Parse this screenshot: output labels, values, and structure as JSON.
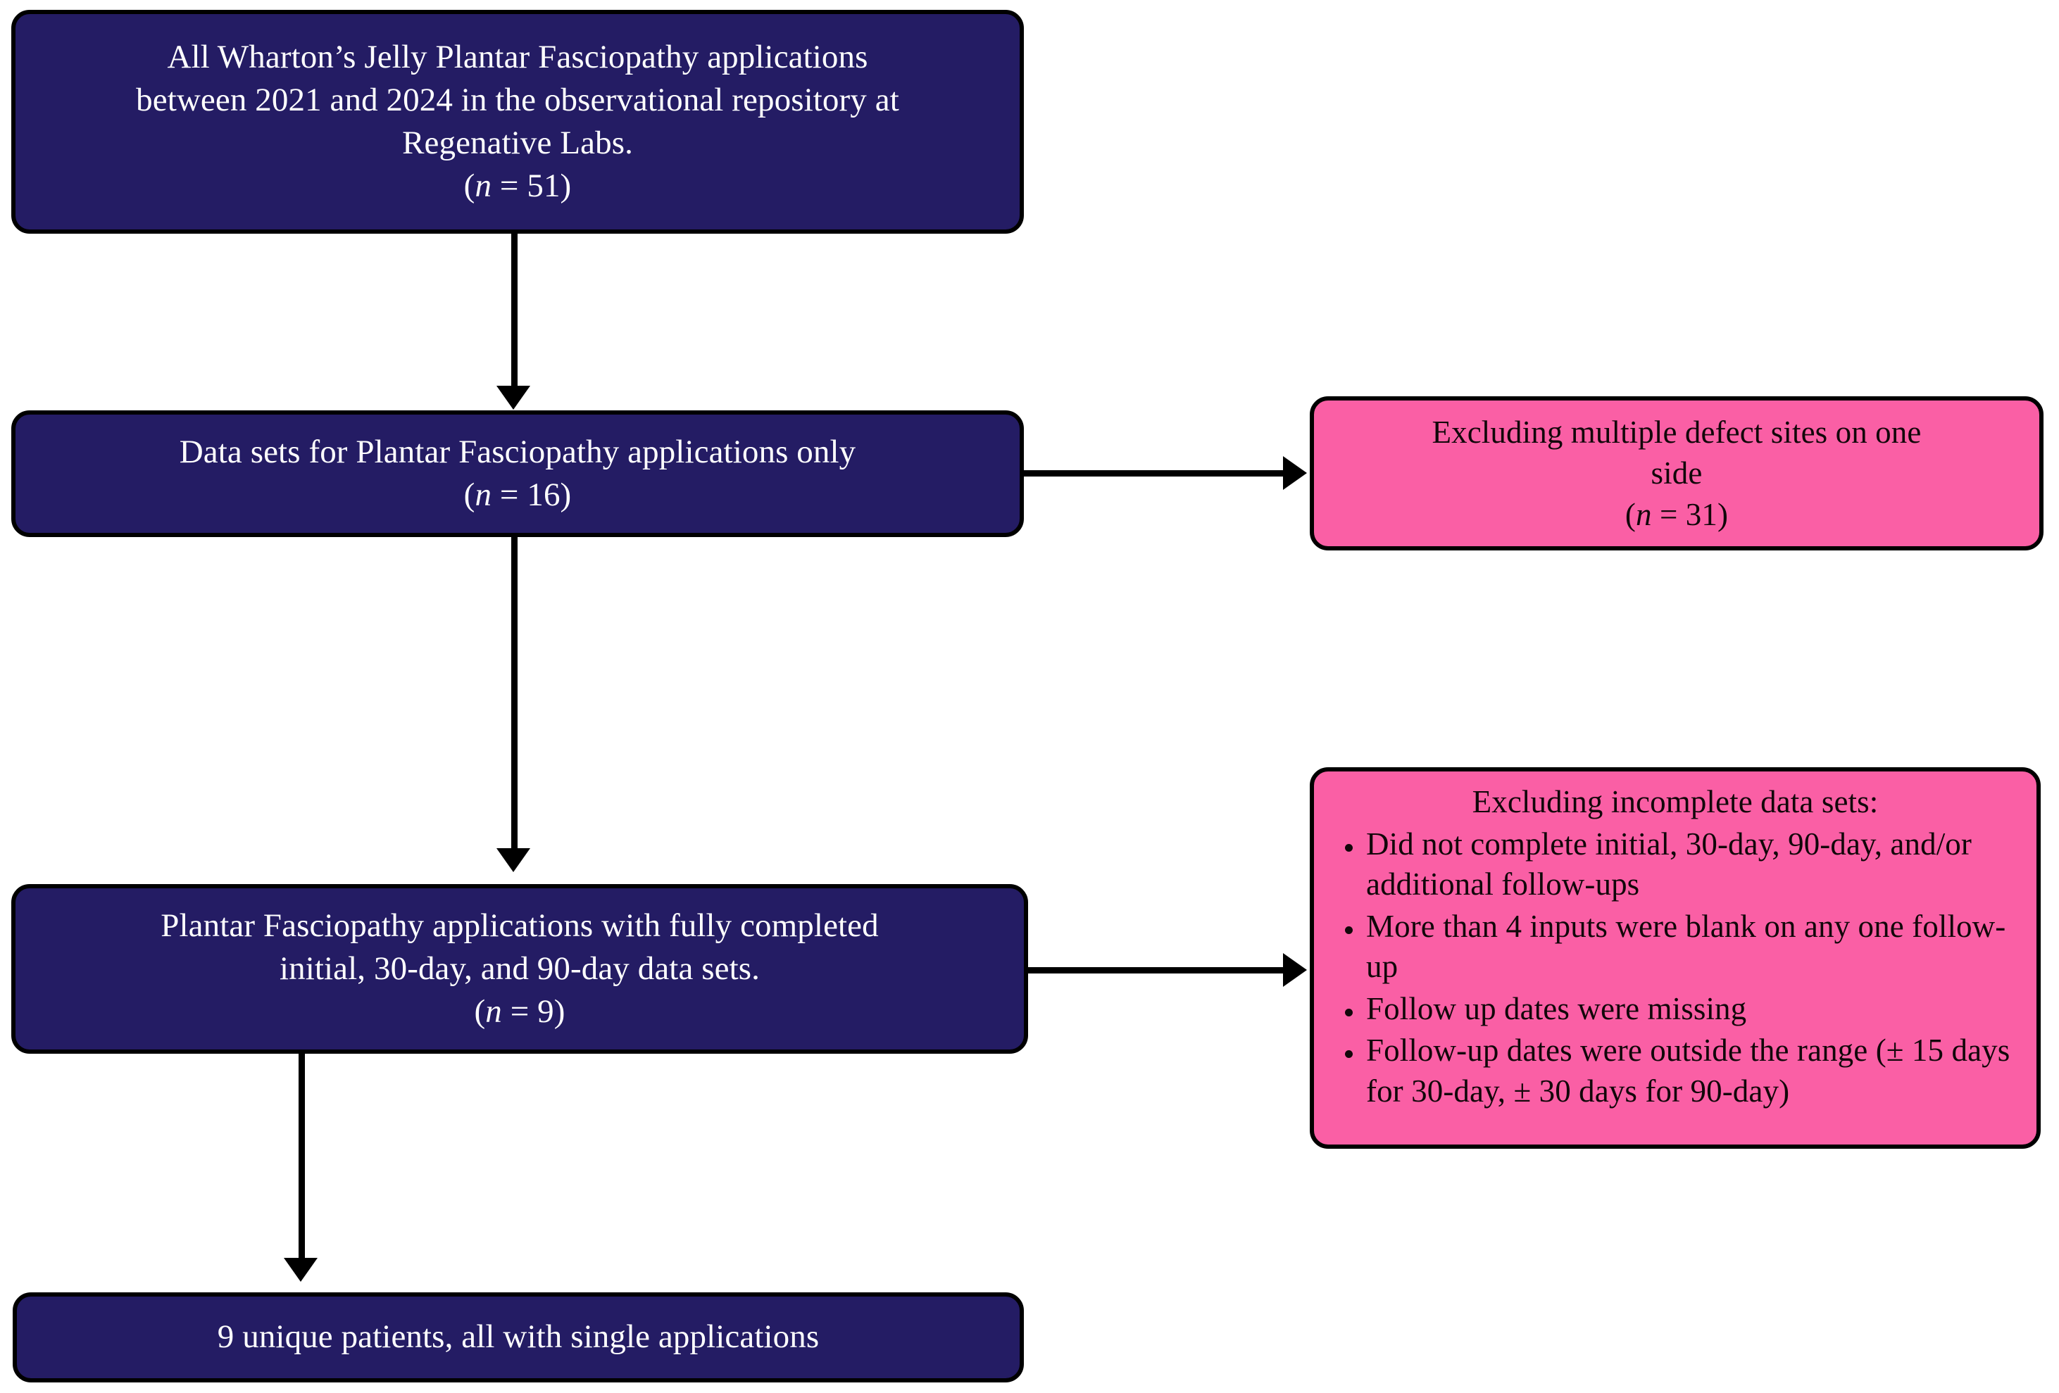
{
  "figure": {
    "type": "flowchart",
    "orientation": "vertical-with-side-exclusions",
    "colors": {
      "primary_box_fill": "#241C64",
      "primary_box_text": "#FFFFFF",
      "exclusion_box_fill": "#FA5FA5",
      "exclusion_box_text": "#12070A",
      "border": "#000000",
      "background": "#FFFFFF"
    }
  },
  "nodes": {
    "all_applications": {
      "line1": "All Wharton’s Jelly Plantar Fasciopathy applications",
      "line2": "between 2021 and 2024 in the observational repository at",
      "line3": "Regenative Labs.",
      "count_open": "(",
      "count_var": "n",
      "count_eq": " = 51)",
      "n": 51
    },
    "plantar_only": {
      "line1": "Data sets for Plantar Fasciopathy applications only",
      "count_open": "(",
      "count_var": "n",
      "count_eq": " = 16)",
      "n": 16
    },
    "fully_completed": {
      "line1": "Plantar Fasciopathy applications with fully completed",
      "line2": "initial, 30-day, and 90-day data sets.",
      "count_open": "(",
      "count_var": "n",
      "count_eq": " = 9)",
      "n": 9
    },
    "unique_patients": {
      "line1": "9 unique patients, all with single applications",
      "n": 9
    }
  },
  "exclusions": {
    "multiple_defect_sites": {
      "line1": "Excluding multiple defect sites on one",
      "line2": "side",
      "count_open": "(",
      "count_var": "n",
      "count_eq": " = 31)",
      "n": 31
    },
    "incomplete_data_sets": {
      "heading": "Excluding incomplete data sets:",
      "items": [
        "Did not complete initial, 30-day, 90-day, and/or additional follow-ups",
        "More than 4 inputs were blank on any one follow-up",
        "Follow up dates were missing",
        "Follow-up dates were outside the range (± 15 days for 30-day, ± 30 days for 90-day)"
      ]
    }
  }
}
